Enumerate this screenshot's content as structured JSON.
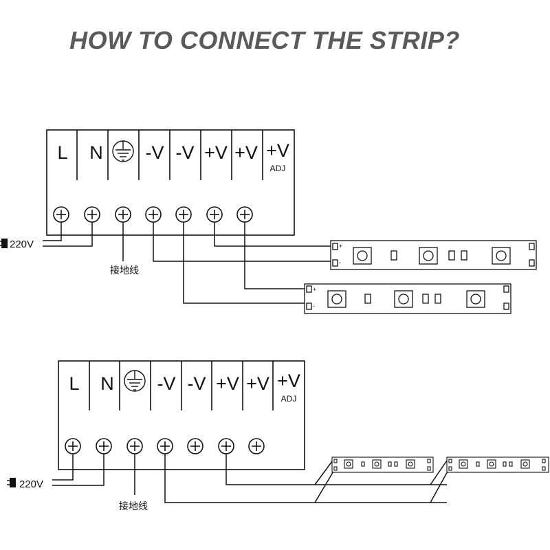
{
  "title": "HOW TO CONNECT THE STRIP?",
  "diagrams": [
    {
      "terminal_labels": [
        "L",
        "N",
        "-V",
        "-V",
        "+V",
        "+V",
        "+V"
      ],
      "adj_label": "ADJ",
      "input_label": "220V",
      "ground_label": "接地线",
      "strips": [
        {
          "plus_label": "+",
          "minus_label": "-"
        },
        {
          "plus_label": "+",
          "minus_label": "-"
        }
      ]
    },
    {
      "terminal_labels": [
        "L",
        "N",
        "-V",
        "-V",
        "+V",
        "+V",
        "+V"
      ],
      "adj_label": "ADJ",
      "input_label": "220V",
      "ground_label": "接地线"
    }
  ],
  "icons": [
    "earth-ground-icon",
    "screw-terminal-icon",
    "power-plug-icon",
    "led-chip-icon",
    "resistor-icon"
  ]
}
